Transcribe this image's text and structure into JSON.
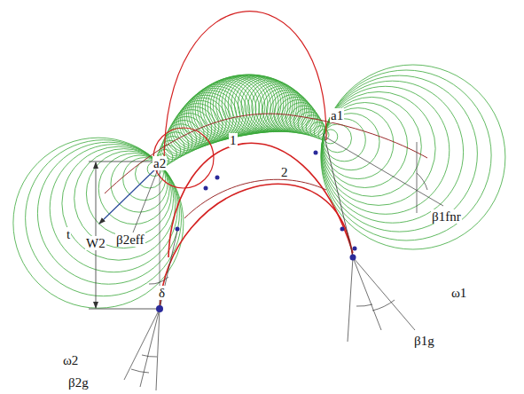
{
  "diagram": {
    "labels": [
      "a1",
      "1",
      "a2",
      "t",
      "W2",
      "β2eff",
      "δ",
      "2",
      "β1fnr",
      "ω1",
      "β1g",
      "ω2",
      "β2g"
    ]
  }
}
